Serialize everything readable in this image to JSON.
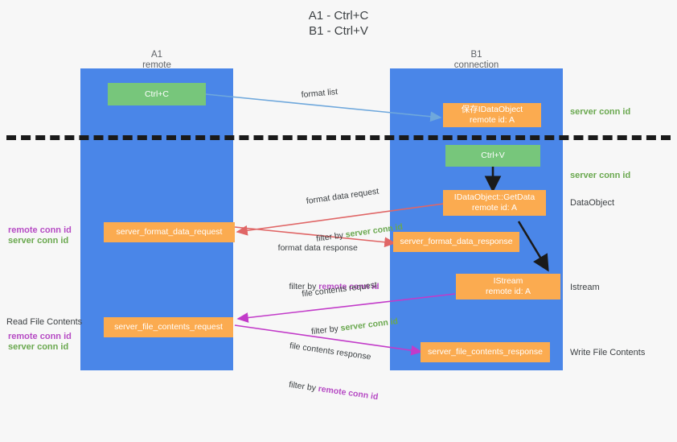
{
  "title": "A1 - Ctrl+C\nB1 - Ctrl+V",
  "columns": {
    "left": {
      "name": "A1",
      "role": "remote",
      "header": "A1\nremote"
    },
    "right": {
      "name": "B1",
      "role": "connection",
      "header": "B1\nconnection"
    }
  },
  "colors": {
    "lane": "#4a86e8",
    "green_box": "#77c67b",
    "orange_box": "#fbab50",
    "server_conn_id": "#6aa84f",
    "remote_conn_id": "#b64bc4",
    "arrow_format_list": "#6fa8dc",
    "arrow_format_data": "#e06666",
    "arrow_file_contents": "#c23bc9",
    "arrow_flow": "#1a1a1a",
    "divider": "#1a1a1a",
    "background": "#f7f7f7"
  },
  "boxes": {
    "ctrl_c": {
      "label": "Ctrl+C",
      "style": "green"
    },
    "save_idataobject": {
      "line1": "保存IDataObject",
      "line2": "remote id: A",
      "style": "orange"
    },
    "ctrl_v": {
      "label": "Ctrl+V",
      "style": "green"
    },
    "idataobject_getdata": {
      "line1": "IDataObject::GetData",
      "line2": "remote id: A",
      "style": "orange"
    },
    "server_format_data_request": {
      "label": "server_format_data_request",
      "style": "orange"
    },
    "server_format_data_response": {
      "label": "server_format_data_response",
      "style": "orange"
    },
    "istream": {
      "line1": "IStream",
      "line2": "remote id: A",
      "style": "orange"
    },
    "server_file_contents_request": {
      "label": "server_file_contents_request",
      "style": "orange"
    },
    "server_file_contents_response": {
      "label": "server_file_contents_response",
      "style": "orange"
    }
  },
  "edge_labels": {
    "format_list": "format list",
    "format_data_request": "format data request",
    "format_data_request_filter_prefix": "filter by ",
    "format_data_request_filter_key": "server conn id",
    "format_data_response": "format data response",
    "format_data_response_filter_prefix": "filter by ",
    "format_data_response_filter_key": "remote conn id",
    "file_contents_request": "file contents request",
    "file_contents_request_filter_prefix": "filter by ",
    "file_contents_request_filter_key": "server conn id",
    "file_contents_response": "file contents response",
    "file_contents_response_filter_prefix": "filter by ",
    "file_contents_response_filter_key": "remote conn id"
  },
  "right_annotations": {
    "server_conn_id_top": "server conn id",
    "server_conn_id_mid": "server conn id",
    "dataobject": "DataObject",
    "istream": "Istream",
    "write_file_contents": "Write File Contents"
  },
  "left_annotations": {
    "format_remote_conn_id": "remote conn id",
    "format_server_conn_id": "server conn id",
    "read_file_contents": "Read File Contents",
    "file_remote_conn_id": "remote conn id",
    "file_server_conn_id": "server conn id"
  }
}
